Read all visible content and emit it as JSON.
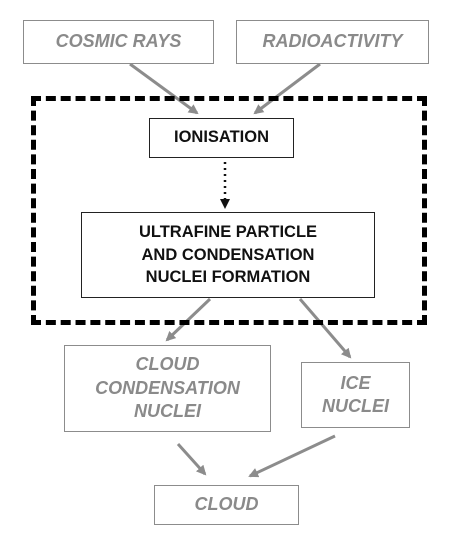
{
  "diagram": {
    "nodes": {
      "cosmic_rays": {
        "label": "COSMIC RAYS"
      },
      "radioactivity": {
        "label": "RADIOACTIVITY"
      },
      "ionisation": {
        "label": "IONISATION"
      },
      "ultrafine": {
        "label": "ULTRAFINE PARTICLE\nAND CONDENSATION\nNUCLEI FORMATION"
      },
      "ccn": {
        "label": "CLOUD\nCONDENSATION\nNUCLEI"
      },
      "ice_nuclei": {
        "label": "ICE\nNUCLEI"
      },
      "cloud": {
        "label": "CLOUD"
      }
    },
    "edges": [
      {
        "from": "cosmic_rays",
        "to": "ionisation",
        "style": "solid"
      },
      {
        "from": "radioactivity",
        "to": "ionisation",
        "style": "solid"
      },
      {
        "from": "ionisation",
        "to": "ultrafine",
        "style": "dotted"
      },
      {
        "from": "ultrafine",
        "to": "ccn",
        "style": "solid"
      },
      {
        "from": "ultrafine",
        "to": "ice_nuclei",
        "style": "solid"
      },
      {
        "from": "ccn",
        "to": "cloud",
        "style": "solid"
      },
      {
        "from": "ice_nuclei",
        "to": "cloud",
        "style": "solid"
      }
    ],
    "colors": {
      "grey_text": "#8a8a8a",
      "grey_line": "#8c8c8c",
      "dark": "#111111"
    }
  }
}
